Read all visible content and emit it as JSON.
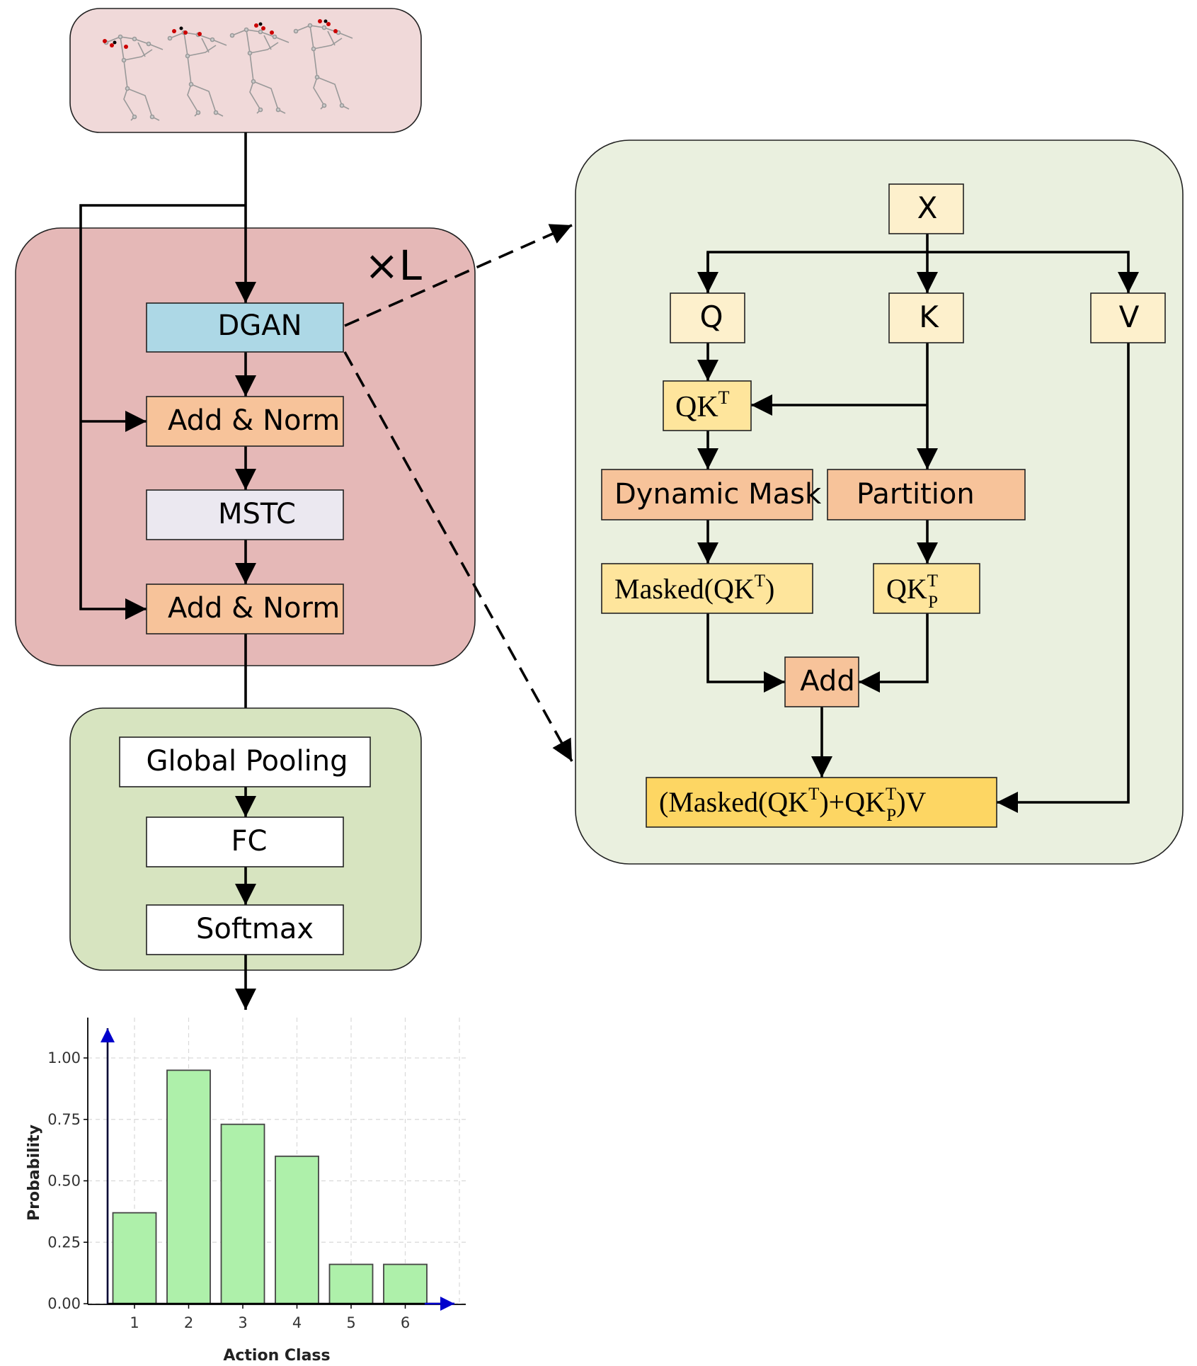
{
  "encoder_block": {
    "repeat_label": "×L",
    "dgan": "DGAN",
    "add_norm_1": "Add & Norm",
    "mstc": "MSTC",
    "add_norm_2": "Add & Norm"
  },
  "head_block": {
    "global_pooling": "Global Pooling",
    "fc": "FC",
    "softmax": "Softmax"
  },
  "attention_detail": {
    "x": "X",
    "q": "Q",
    "k": "K",
    "v": "V",
    "qkt": {
      "base": "QK",
      "sup": "T"
    },
    "dynamic_mask": "Dynamic Mask",
    "partition": "Partition",
    "masked": {
      "pre": "Masked(QK",
      "sup": "T",
      "post": ")"
    },
    "qkt_p": {
      "base": "QK",
      "sup": "T",
      "sub": "P"
    },
    "add": "Add",
    "output": {
      "p1": "(Masked(QK",
      "sup1": "T",
      "p2": ")+QK",
      "sup2": "T",
      "sub2": "P",
      "p3": ")V"
    }
  },
  "colors": {
    "input_panel": "#f0d9d9",
    "encoder_panel": "#e5b8b7",
    "head_panel": "#d7e4c0",
    "detail_panel": "#eaf0df",
    "dgan": "#add8e6",
    "add_norm": "#f7c39a",
    "mstc": "#ebe8f0",
    "xqkv": "#fdf0cc",
    "qkt": "#fee59c",
    "output": "#fdd663",
    "bars": "#aef0aa",
    "axis_arrow": "#0000cc"
  },
  "chart_data": {
    "type": "bar",
    "categories": [
      "1",
      "2",
      "3",
      "4",
      "5",
      "6"
    ],
    "values": [
      0.37,
      0.95,
      0.73,
      0.6,
      0.16,
      0.16
    ],
    "xlabel": "Action Class",
    "ylabel": "Probability",
    "yticks": [
      "0.00",
      "0.25",
      "0.50",
      "0.75",
      "1.00"
    ],
    "ytick_values": [
      0,
      0.25,
      0.5,
      0.75,
      1.0
    ],
    "ylim": [
      0,
      1.12
    ],
    "grid": true
  }
}
